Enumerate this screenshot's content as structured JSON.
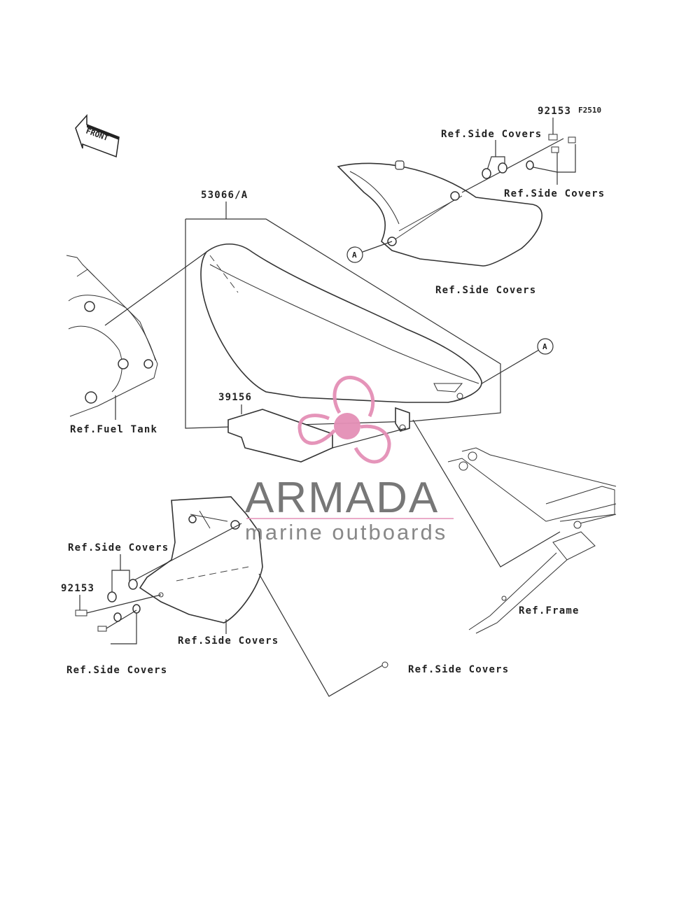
{
  "figure_code": "F2510",
  "front_marker": "FRONT",
  "callout_letter": "A",
  "labels": {
    "part_53066": "53066/A",
    "part_39156": "39156",
    "part_92153_top": "92153",
    "part_92153_left": "92153",
    "ref_side_covers_1": "Ref.Side Covers",
    "ref_side_covers_2": "Ref.Side Covers",
    "ref_side_covers_3": "Ref.Side Covers",
    "ref_side_covers_4": "Ref.Side Covers",
    "ref_side_covers_5": "Ref.Side Covers",
    "ref_side_covers_6": "Ref.Side Covers",
    "ref_side_covers_7": "Ref.Side Covers",
    "ref_fuel_tank": "Ref.Fuel Tank",
    "ref_frame": "Ref.Frame"
  },
  "watermark": {
    "title": "ARMADA",
    "subtitle": "marine outboards"
  },
  "colors": {
    "logo_pink": "#e48fb6",
    "logo_pink_light": "#f2b8d2",
    "wordmark_gray": "#777777"
  },
  "icons": [
    "front-arrow-icon",
    "propeller-logo-icon"
  ]
}
